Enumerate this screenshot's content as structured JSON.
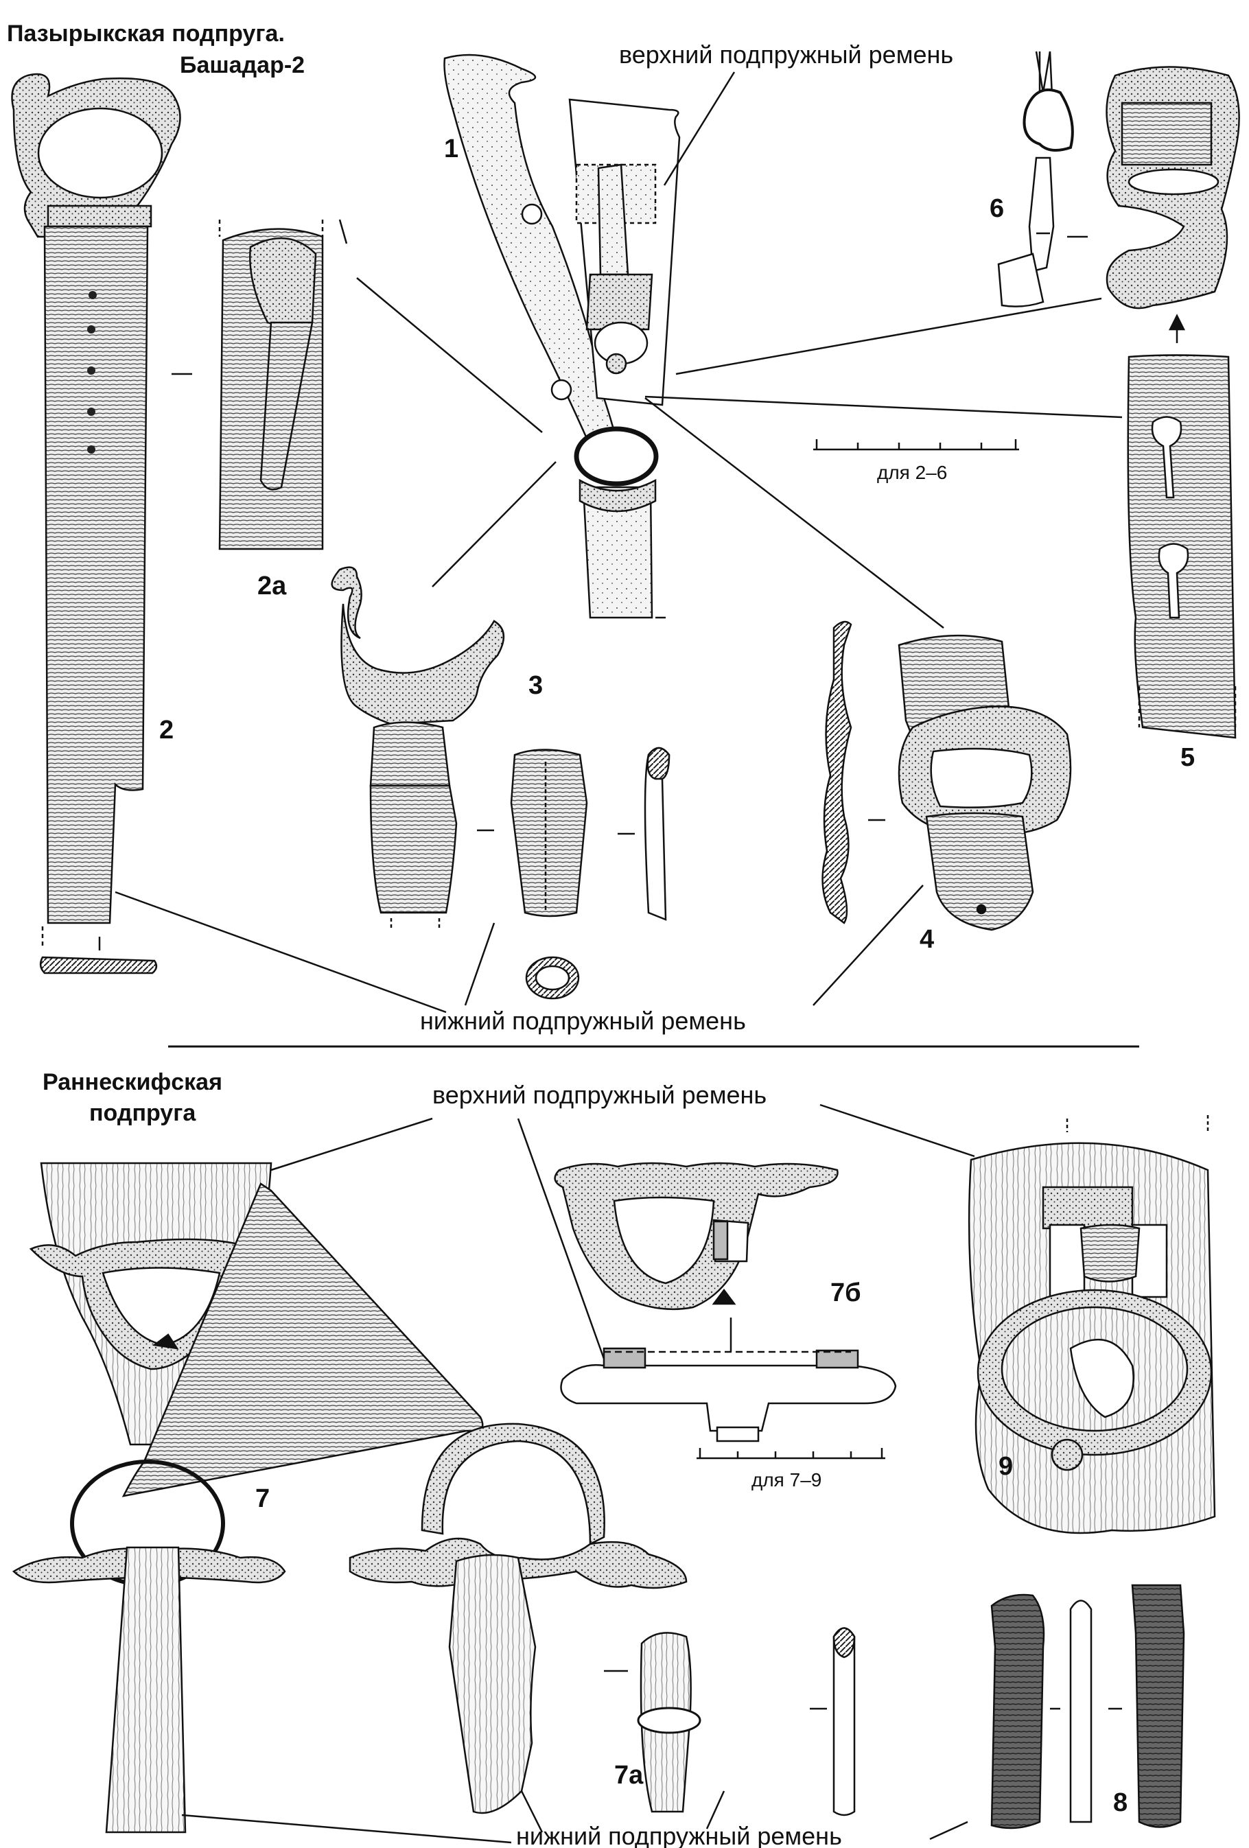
{
  "top_section": {
    "title_line1": "Пазырыкская подпруга.",
    "title_line2": "Башадар-2",
    "upper_strap_label": "верхний подпружный ремень",
    "lower_strap_label": "нижний подпружный ремень",
    "scale_label": "для 2–6",
    "figure_numbers": {
      "f1": "1",
      "f2": "2",
      "f2a": "2а",
      "f3": "3",
      "f4": "4",
      "f5": "5",
      "f6": "6"
    }
  },
  "bottom_section": {
    "title_line1": "Раннескифская",
    "title_line2": "подпруга",
    "upper_strap_label": "верхний подпружный ремень",
    "lower_strap_label": "нижний подпружный ремень",
    "scale_label": "для 7–9",
    "figure_numbers": {
      "f7": "7",
      "f7a": "7а",
      "f7b": "7б",
      "f8": "8",
      "f9": "9"
    }
  },
  "colors": {
    "ink": "#111111",
    "paper": "#ffffff",
    "stipple": "#bdbdbd",
    "hatch": "#555555"
  }
}
